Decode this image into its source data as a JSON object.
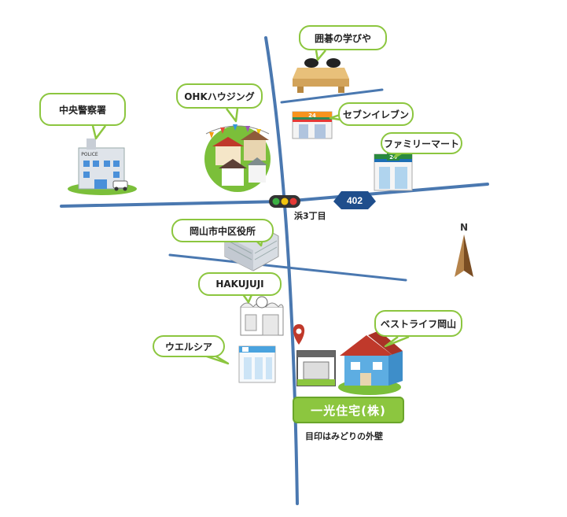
{
  "places": {
    "go_school": "囲碁の学びや",
    "ohk": "OHKハウジング",
    "police": "中央警察署",
    "seven": "セブンイレブン",
    "famima": "ファミリーマート",
    "city_office": "岡山市中区役所",
    "hakujuji": "HAKUJUJI",
    "welcia": "ウエルシア",
    "bestlife": "ベストライフ岡山"
  },
  "route_number": "402",
  "intersection": "浜3丁目",
  "target": {
    "name": "一光住宅(株)",
    "note": "目印はみどりの外壁"
  },
  "compass": "N",
  "icon_text": {
    "police_sign": "POLICE",
    "store_24a": "24",
    "store_24b": "24"
  },
  "colors": {
    "road": "#4a78b0",
    "accent_green": "#8cc63f",
    "pin": "#c0392b",
    "compass": "#8b5a2b"
  }
}
